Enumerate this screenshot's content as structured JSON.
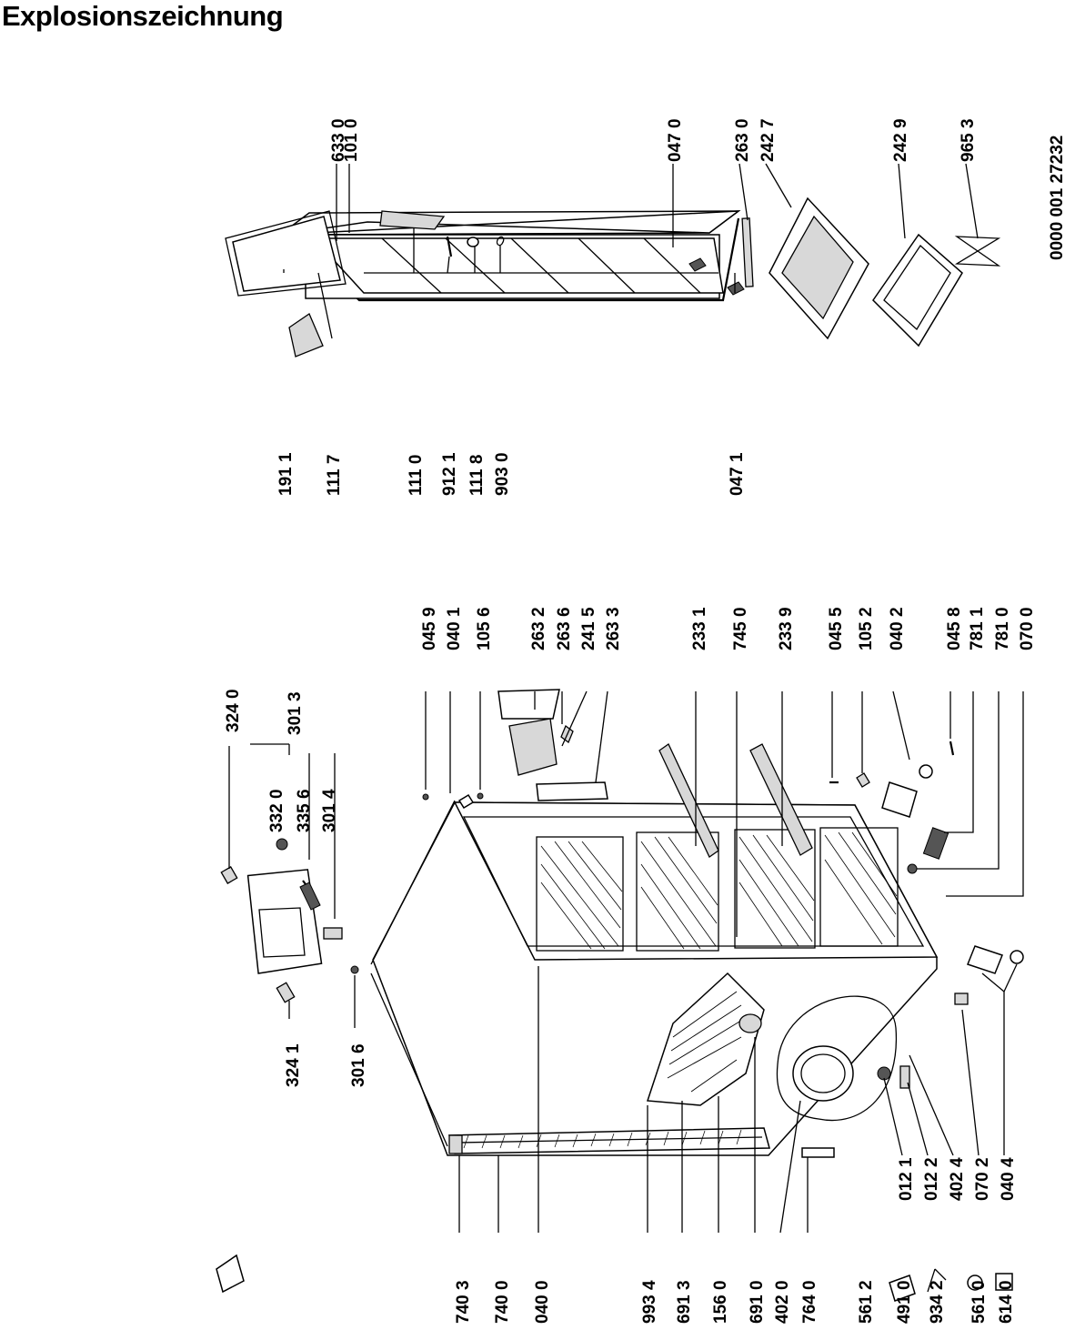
{
  "title": "Explosionszeichnung",
  "doc_number": "0000 001 27232",
  "part_labels": [
    "324 0",
    "301 3",
    "332 0",
    "335 6",
    "301 4",
    "324 1",
    "301 6",
    "045 9",
    "040 1",
    "105 6",
    "263 2",
    "263 6",
    "241 5",
    "263 3",
    "233 1",
    "745 0",
    "233 9",
    "045 5",
    "105 2",
    "040 2",
    "045 8",
    "781 1",
    "781 0",
    "070 0",
    "012 1",
    "012 2",
    "402 4",
    "070 2",
    "040 4",
    "740 3",
    "740 0",
    "040 0",
    "993 4",
    "691 3",
    "156 0",
    "691 0",
    "402 0",
    "764 0",
    "561 2",
    "491 0",
    "934 2",
    "561 0",
    "614 0",
    "633 0",
    "101 0",
    "047 0",
    "263 0",
    "242 7",
    "242 9",
    "965 3",
    "191 1",
    "111 7",
    "111 0",
    "912 1",
    "111 8",
    "903 0",
    "047 1"
  ]
}
